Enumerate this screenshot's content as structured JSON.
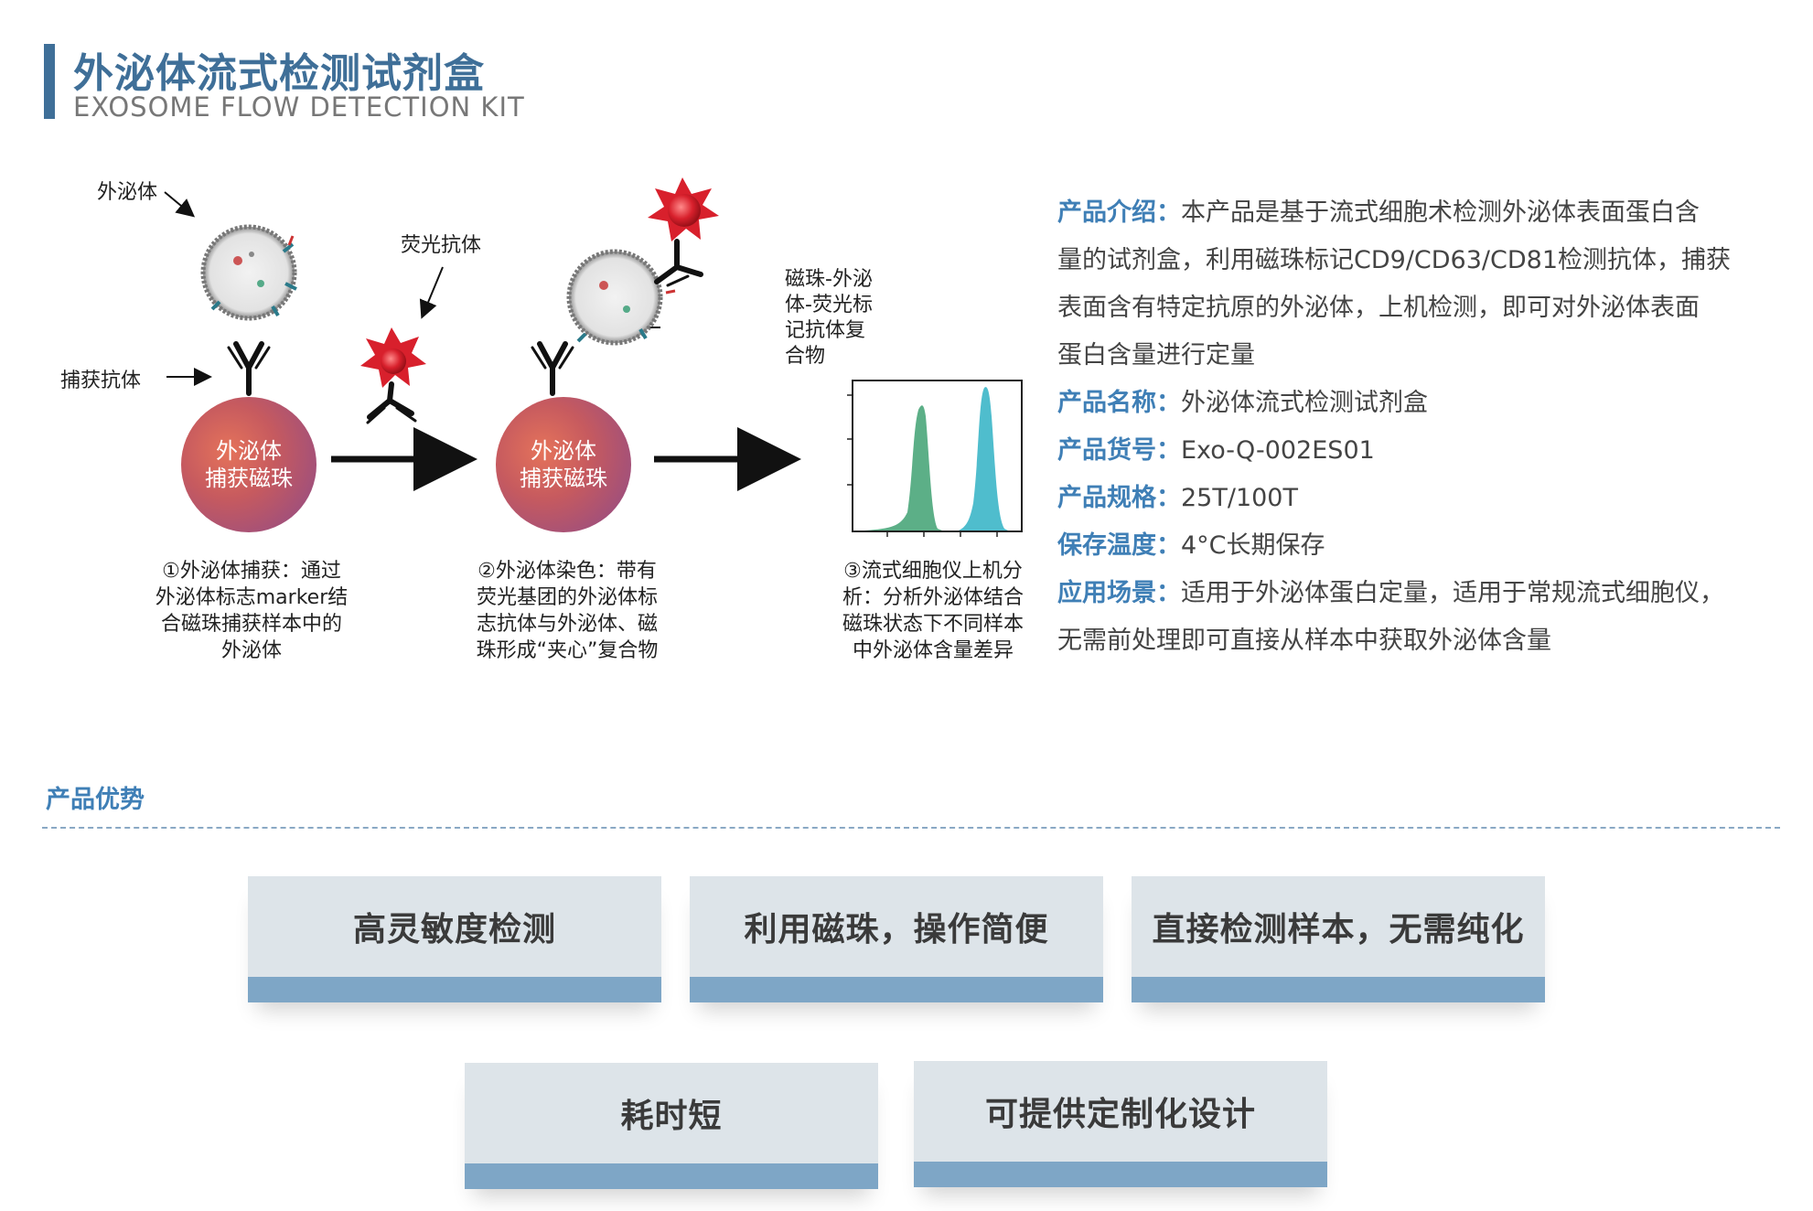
{
  "header": {
    "title": "外泌体流式检测试剂盒",
    "subtitle": "EXOSOME FLOW DETECTION KIT"
  },
  "diagram": {
    "label_exosome": "外泌体",
    "label_capture_antibody": "捕获抗体",
    "label_fluor_antibody": "荧光抗体",
    "label_complex": "磁珠-外泌\n体-荧光标\n记抗体复\n合物",
    "bead_text": "外泌体\n捕获磁珠",
    "steps": [
      "①外泌体捕获：通过\n外泌体标志marker结\n合磁珠捕获样本中的\n外泌体",
      "②外泌体染色：带有\n荧光基团的外泌体标\n志抗体与外泌体、磁\n珠形成“夹心”复合物",
      "③流式细胞仪上机分\n析：分析外泌体结合\n磁珠状态下不同样本\n中外泌体含量差异"
    ]
  },
  "info": {
    "intro_key": "产品介绍：",
    "intro_lines": [
      "本产品是基于流式细胞术检测外泌体表面蛋白含",
      "量的试剂盒，利用磁珠标记CD9/CD63/CD81检测抗体，捕获",
      "表面含有特定抗原的外泌体，上机检测，即可对外泌体表面",
      "蛋白含量进行定量"
    ],
    "rows": [
      {
        "key": "产品名称：",
        "value": "外泌体流式检测试剂盒"
      },
      {
        "key": "产品货号：",
        "value": "Exo-Q-002ES01"
      },
      {
        "key": "产品规格：",
        "value": "25T/100T"
      },
      {
        "key": "保存温度：",
        "value": "4°C长期保存"
      },
      {
        "key": "应用场景：",
        "value": "适用于外泌体蛋白定量，适用于常规流式细胞仪，"
      }
    ],
    "scene_line2": "无需前处理即可直接从样本中获取外泌体含量"
  },
  "advantages": {
    "title": "产品优势",
    "cards": [
      "高灵敏度检测",
      "利用磁珠，操作简便",
      "直接检测样本，无需纯化",
      "耗时短",
      "可提供定制化设计"
    ]
  },
  "colors": {
    "brand_blue": "#3f6f98",
    "key_blue": "#3f7fb6",
    "card_bg": "#dde4e9",
    "card_bar": "#7ea6c6",
    "bead_orange": "#e5735a",
    "bead_purple": "#8c4a8a",
    "peak_green": "#4aa67a",
    "peak_cyan": "#3cb6c8",
    "star_red": "#d8202c"
  }
}
